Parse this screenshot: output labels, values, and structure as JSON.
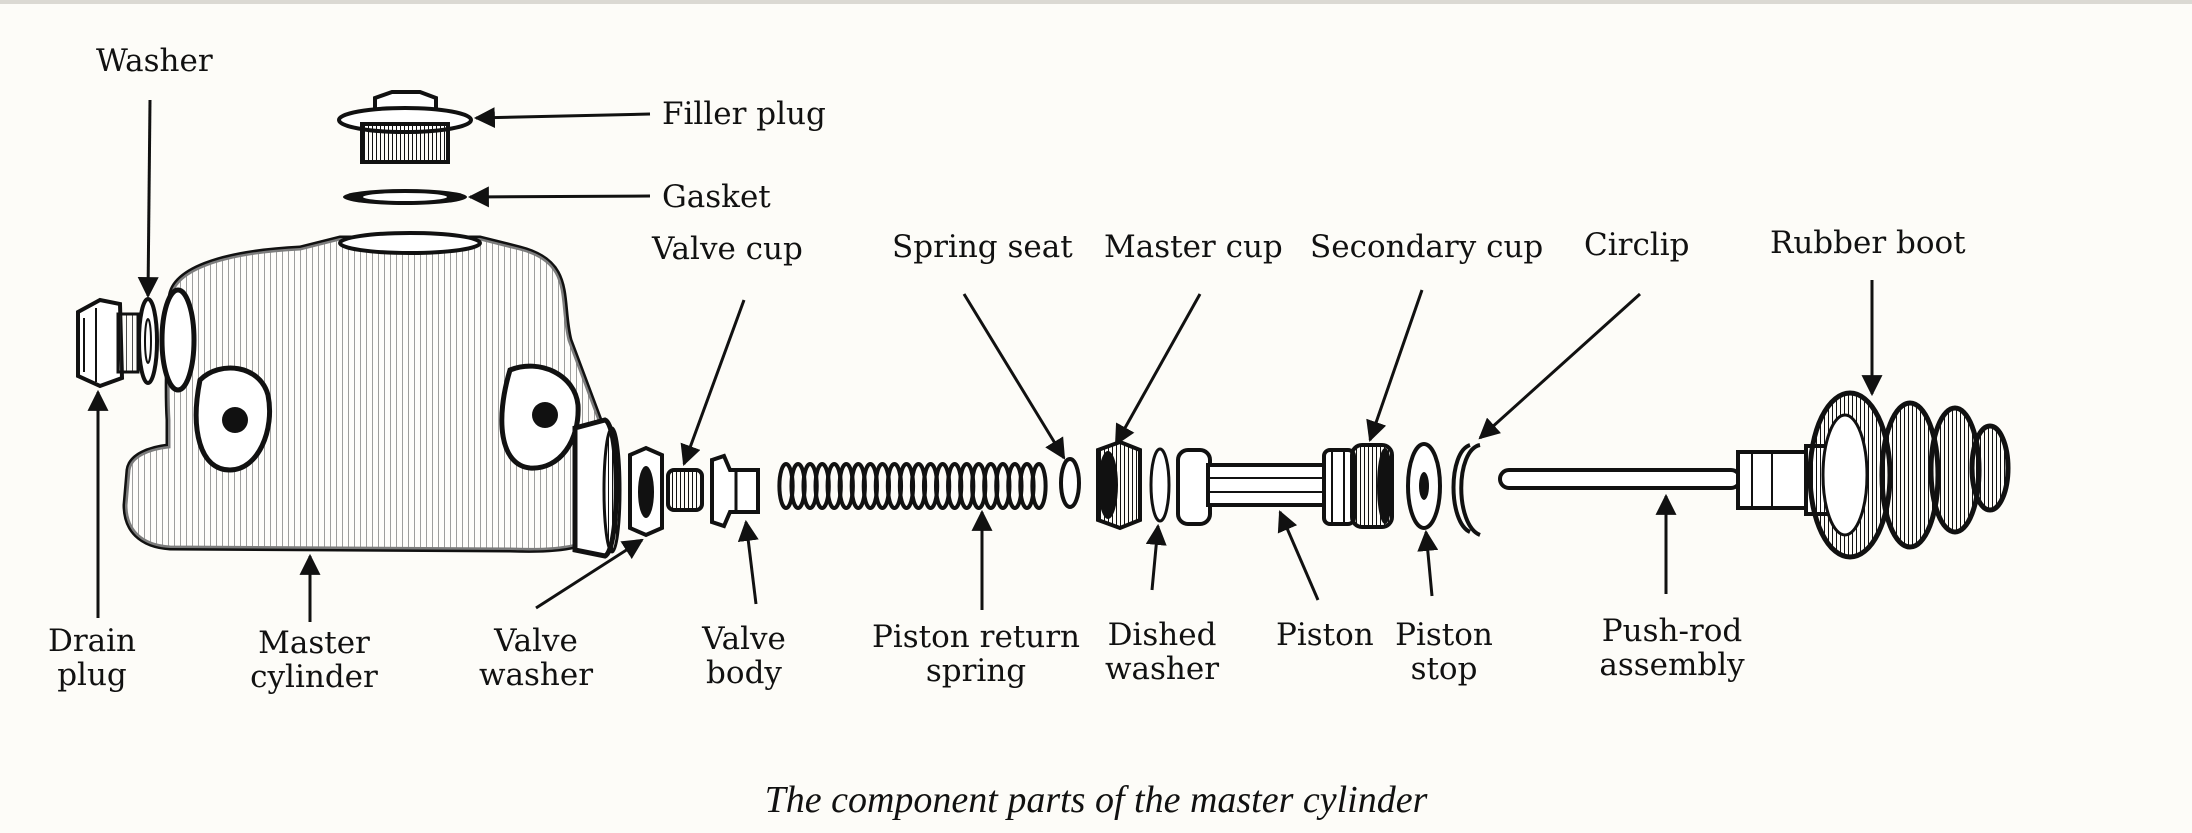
{
  "labels": {
    "washer": "Washer",
    "filler_plug": "Filler plug",
    "gasket": "Gasket",
    "valve_cup": "Valve cup",
    "spring_seat": "Spring seat",
    "master_cup": "Master cup",
    "secondary_cup": "Secondary cup",
    "circlip": "Circlip",
    "rubber_boot": "Rubber boot",
    "drain_plug": [
      "Drain",
      "plug"
    ],
    "master_cylinder": [
      "Master",
      "cylinder"
    ],
    "valve_washer": [
      "Valve",
      "washer"
    ],
    "valve_body": [
      "Valve",
      "body"
    ],
    "piston_return_spring": [
      "Piston return",
      "spring"
    ],
    "dished_washer": [
      "Dished",
      "washer"
    ],
    "piston": "Piston",
    "piston_stop": [
      "Piston",
      "stop"
    ],
    "push_rod_assembly": [
      "Push-rod",
      "assembly"
    ]
  },
  "caption": "The component parts of the master cylinder"
}
